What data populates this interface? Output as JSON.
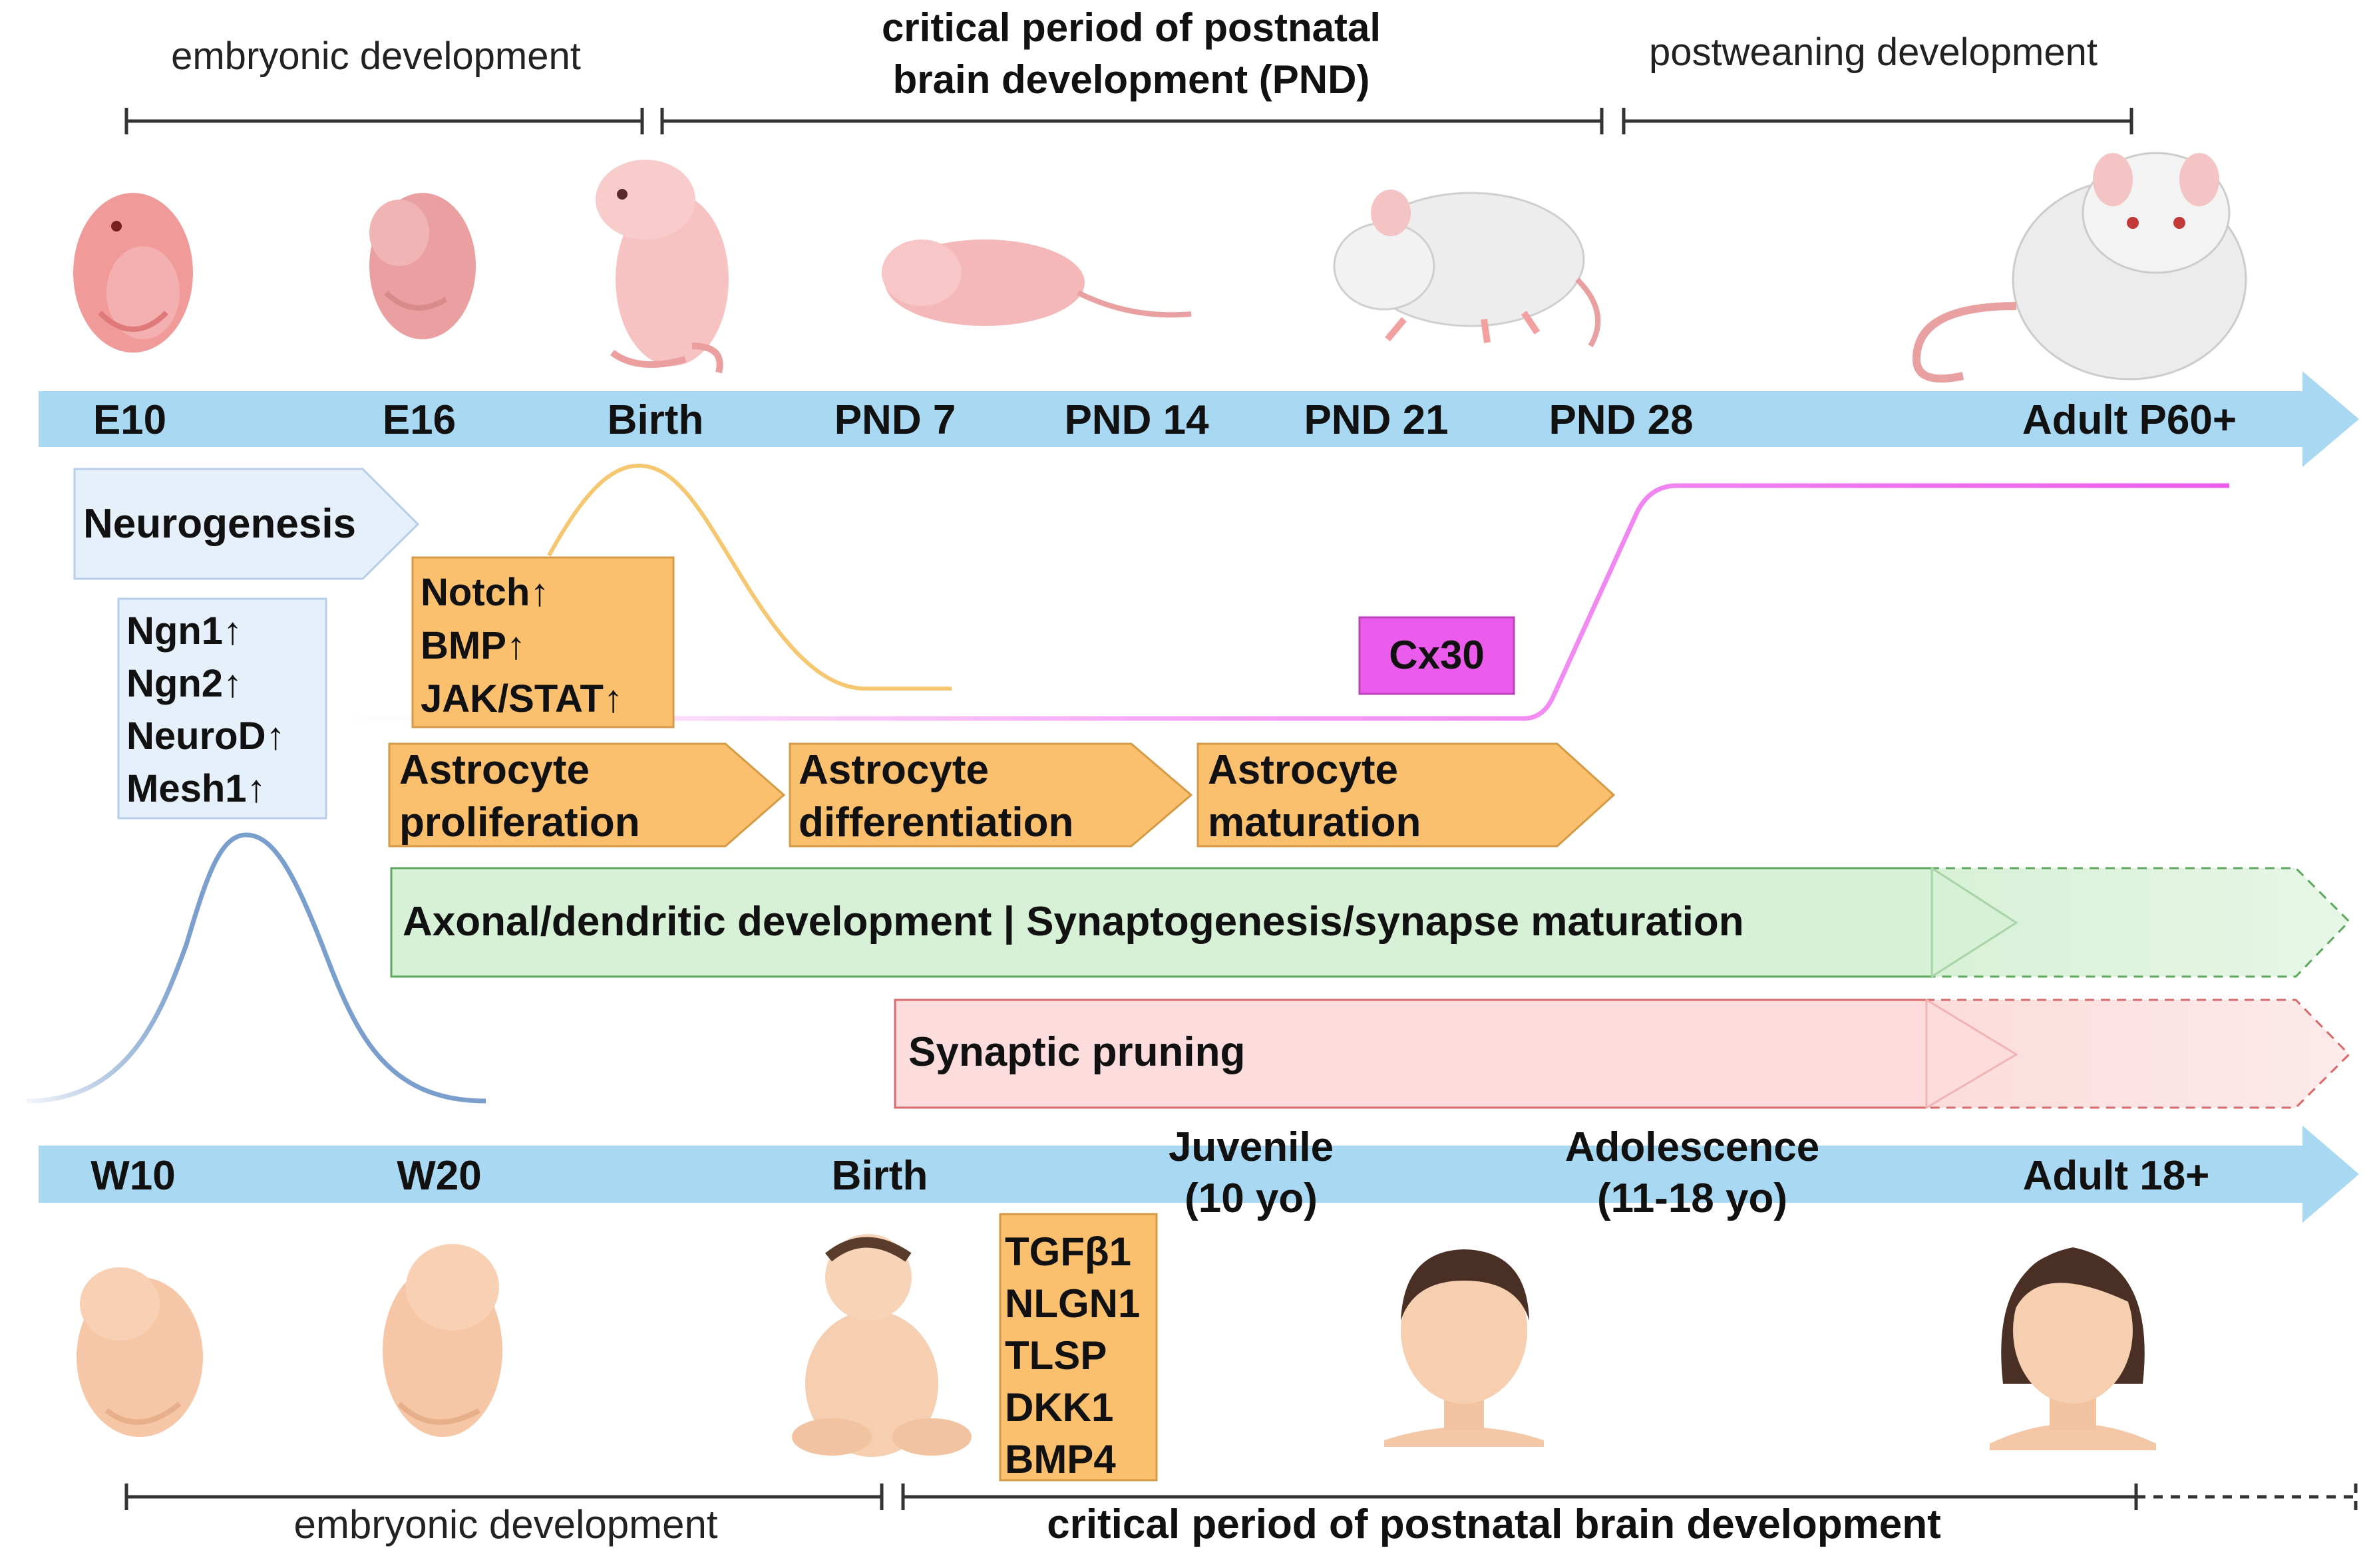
{
  "rodent": {
    "headers": {
      "embryonic": "embryonic development",
      "critical_line1": "critical period of postnatal",
      "critical_line2": "brain development (PND)",
      "postweaning": "postweaning development"
    },
    "timeline": [
      "E10",
      "E16",
      "Birth",
      "PND 7",
      "PND 14",
      "PND 21",
      "PND 28",
      "Adult P60+"
    ]
  },
  "processes": {
    "neurogenesis": "Neurogenesis",
    "neuro_genes": [
      "Ngn1↑",
      "Ngn2↑",
      "NeuroD↑",
      "Mesh1↑"
    ],
    "astro_signals": [
      "Notch↑",
      "BMP↑",
      "JAK/STAT↑"
    ],
    "cx30": "Cx30",
    "astro_proliferation": [
      "Astrocyte",
      "proliferation"
    ],
    "astro_differentiation": [
      "Astrocyte",
      "differentiation"
    ],
    "astro_maturation": [
      "Astrocyte",
      "maturation"
    ],
    "axonal": "Axonal/dendritic development | Synaptogenesis/synapse maturation",
    "pruning": "Synaptic pruning",
    "human_factors": [
      "TGFβ1",
      "NLGN1",
      "TLSP",
      "DKK1",
      "BMP4"
    ]
  },
  "human": {
    "timeline": {
      "w10": "W10",
      "w20": "W20",
      "birth": "Birth",
      "juvenile": [
        "Juvenile",
        "(10 yo)"
      ],
      "adolescence": [
        "Adolescence",
        "(11-18 yo)"
      ],
      "adult": "Adult 18+"
    },
    "footers": {
      "embryonic": "embryonic development",
      "critical": "critical period of postnatal brain development"
    }
  },
  "colors": {
    "timeline_blue": "#a9d8f2",
    "astro_orange": "#fbc06e",
    "axonal_green": "#d7f1d6",
    "pruning_pink": "#fcdcdc",
    "cx30_magenta": "#ec5cec",
    "neuro_blue": "#e6f0fb"
  }
}
